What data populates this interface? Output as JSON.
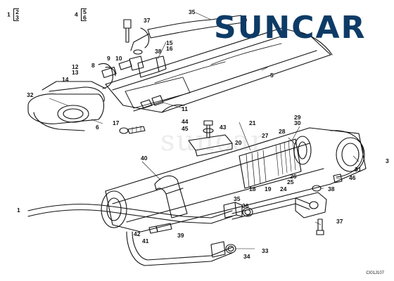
{
  "brand": {
    "name": "SUNCAR",
    "color": "#0d3b66",
    "accent": "#0d3b66"
  },
  "watermark": "suncar",
  "drawing_code": "CI01J107",
  "legend": [
    {
      "key": "1",
      "items": [
        "2",
        "3"
      ]
    },
    {
      "key": "4",
      "items": [
        "5",
        "6"
      ]
    }
  ],
  "callouts": {
    "c1": "1",
    "c5": "5",
    "c6": "6",
    "c8": "8",
    "c9": "9",
    "c10": "10",
    "c11": "11",
    "c12": "12",
    "c13": "13",
    "c14": "14",
    "c15": "15",
    "c16": "16",
    "c17": "17",
    "c18": "18",
    "c19": "19",
    "c20": "20",
    "c21": "21",
    "c24": "24",
    "c25": "25",
    "c26": "26",
    "c27": "27",
    "c28": "28",
    "c29": "29",
    "c30": "30",
    "c31": "31",
    "c32": "32",
    "c33": "33",
    "c34": "34",
    "c35a": "35",
    "c35b": "35",
    "c36": "36",
    "c37a": "37",
    "c37b": "37",
    "c38a": "38",
    "c38b": "38",
    "c39": "39",
    "c40": "40",
    "c41": "41",
    "c42": "42",
    "c43": "43",
    "c44": "44",
    "c45": "45",
    "c46": "46",
    "c3": "3"
  }
}
